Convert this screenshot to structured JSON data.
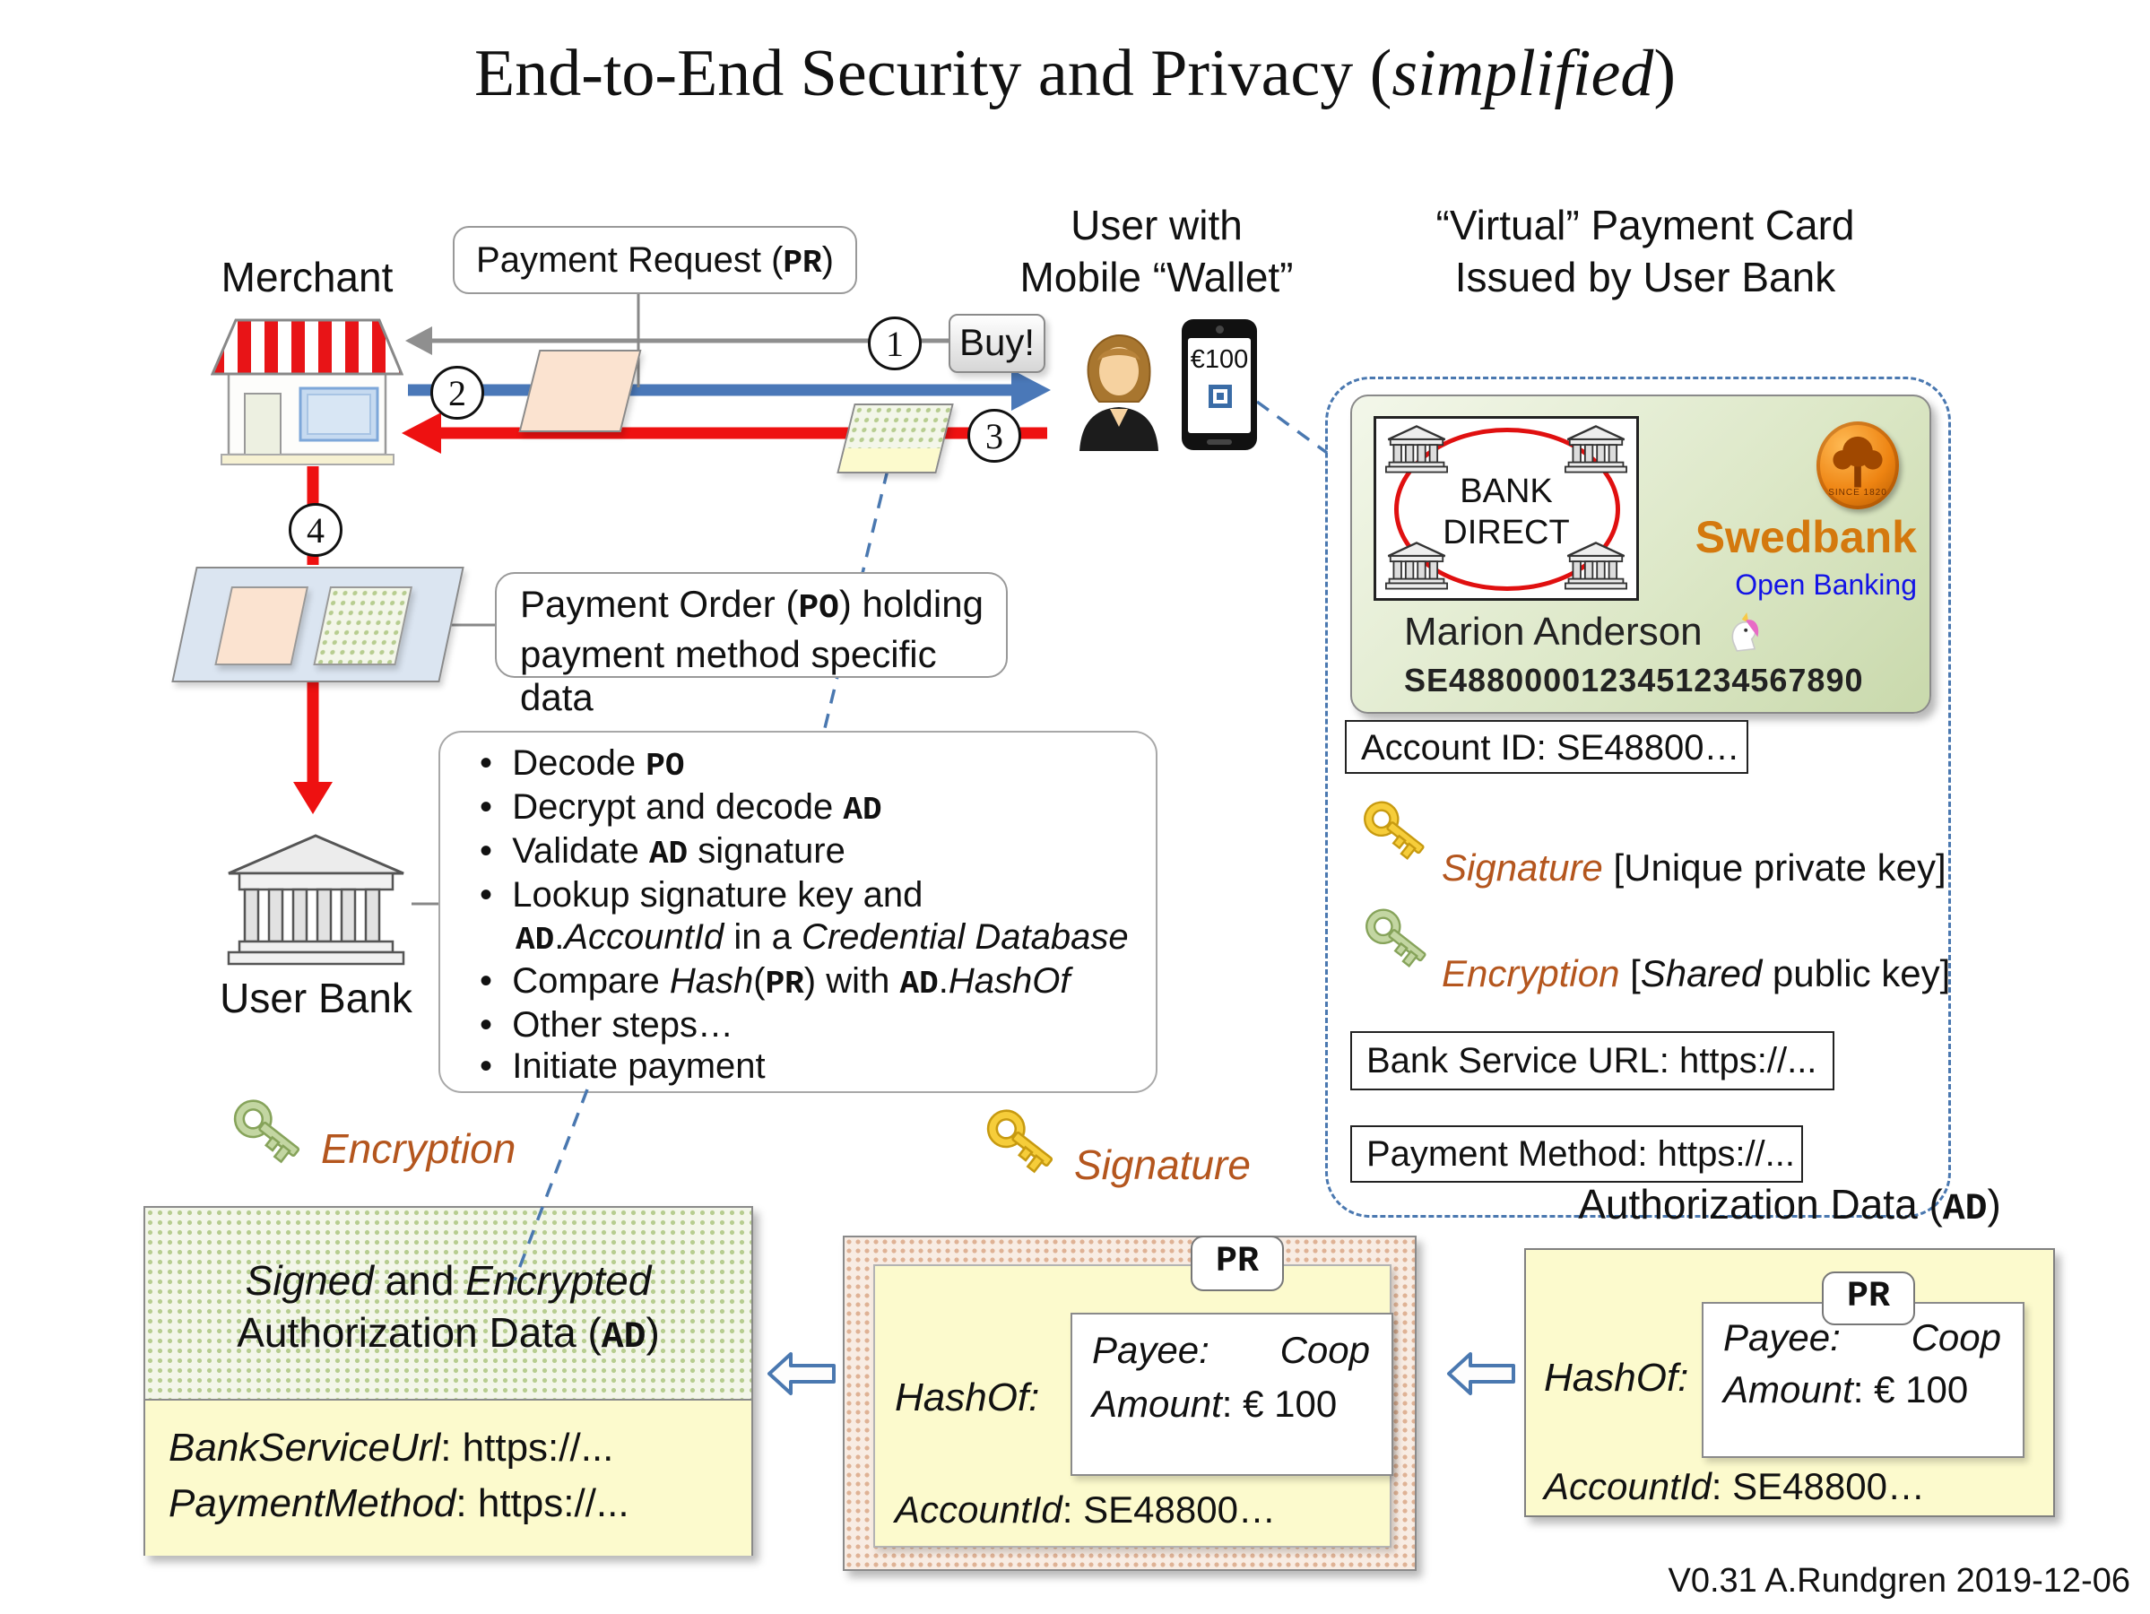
{
  "title": {
    "pre": "End-to-End Security and Privacy (",
    "em": "simplified",
    "post": ")"
  },
  "merchant_label": "Merchant",
  "user_label": {
    "line1": "User with",
    "line2": "Mobile “Wallet”"
  },
  "card_label": {
    "line1": "“Virtual” Payment Card",
    "line2": "Issued by User Bank"
  },
  "payment_request": {
    "pre": "Payment Request (",
    "code": "PR",
    "post": ")"
  },
  "buy_button": "Buy!",
  "steps": {
    "s1": "1",
    "s2": "2",
    "s3": "3",
    "s4": "4"
  },
  "phone": {
    "amount": "€100"
  },
  "card": {
    "logo1": "BANK",
    "logo2": "DIRECT",
    "coin": "SINCE 1820",
    "brand": "Swedbank",
    "brand_sub": "Open Banking",
    "holder": "Marion Anderson",
    "account_number": "SE4880000123451234567890"
  },
  "card_details": {
    "account_id": "Account ID: SE48800…",
    "signature": {
      "label": "Signature",
      "rest": " [Unique private key]"
    },
    "encryption": {
      "label": "Encryption",
      "pre": " [",
      "shared": "Shared",
      "post": " public key]"
    },
    "bank_service_url": "Bank Service URL: https://...",
    "payment_method": "Payment Method: https://..."
  },
  "payment_order": {
    "l1pre": "Payment Order (",
    "code": "PO",
    "l1post": ") holding",
    "line2": "payment method specific data"
  },
  "user_bank_label": "User Bank",
  "bullets": {
    "b1": {
      "t1": "Decode ",
      "c1": "PO"
    },
    "b2": {
      "t1": "Decrypt and decode ",
      "c1": "AD"
    },
    "b3": {
      "t1": "Validate ",
      "c1": "AD",
      "t2": " signature"
    },
    "b4": {
      "t1": "Lookup signature key and"
    },
    "b4b": {
      "c1": "AD",
      "t1": ".",
      "i1": "AccountId",
      "t2": " in a ",
      "i2": "Credential Database"
    },
    "b5": {
      "t1": "Compare ",
      "i1": "Hash",
      "t2": "(",
      "c1": "PR",
      "t3": ") with ",
      "c2": "AD",
      "t4": ".",
      "i2": "HashOf"
    },
    "b6": {
      "t1": "Other steps…"
    },
    "b7": {
      "t1": "Initiate payment"
    }
  },
  "keys": {
    "encryption_label": "Encryption",
    "signature_label": "Signature"
  },
  "ad_box": {
    "title": {
      "pre": "Authorization Data (",
      "code": "AD",
      "post": ")"
    },
    "hashof": "HashOf:",
    "pr_tab": "PR",
    "payee_label": "Payee:",
    "payee_value": "Coop",
    "amount_label": "Amount",
    "amount_value": ": € 100",
    "account_label": "AccountId",
    "account_value": ": SE48800…"
  },
  "sealed_box": {
    "l1a": "Signed",
    "l1b": " and ",
    "l1c": "Encrypted",
    "l2pre": "Authorization Data (",
    "code": "AD",
    "l2post": ")",
    "bsu_label": "BankServiceUrl",
    "bsu_value": ": https://...",
    "pm_label": "PaymentMethod",
    "pm_value": ": https://..."
  },
  "version": "V0.31 A.Rundgren 2019-12-06",
  "colors": {
    "accent_blue": "#4a78b0",
    "arrow_red": "#ee1111",
    "brand_orange": "#d4790e",
    "open_banking_blue": "#1414e6",
    "label_brown": "#b4561e"
  }
}
